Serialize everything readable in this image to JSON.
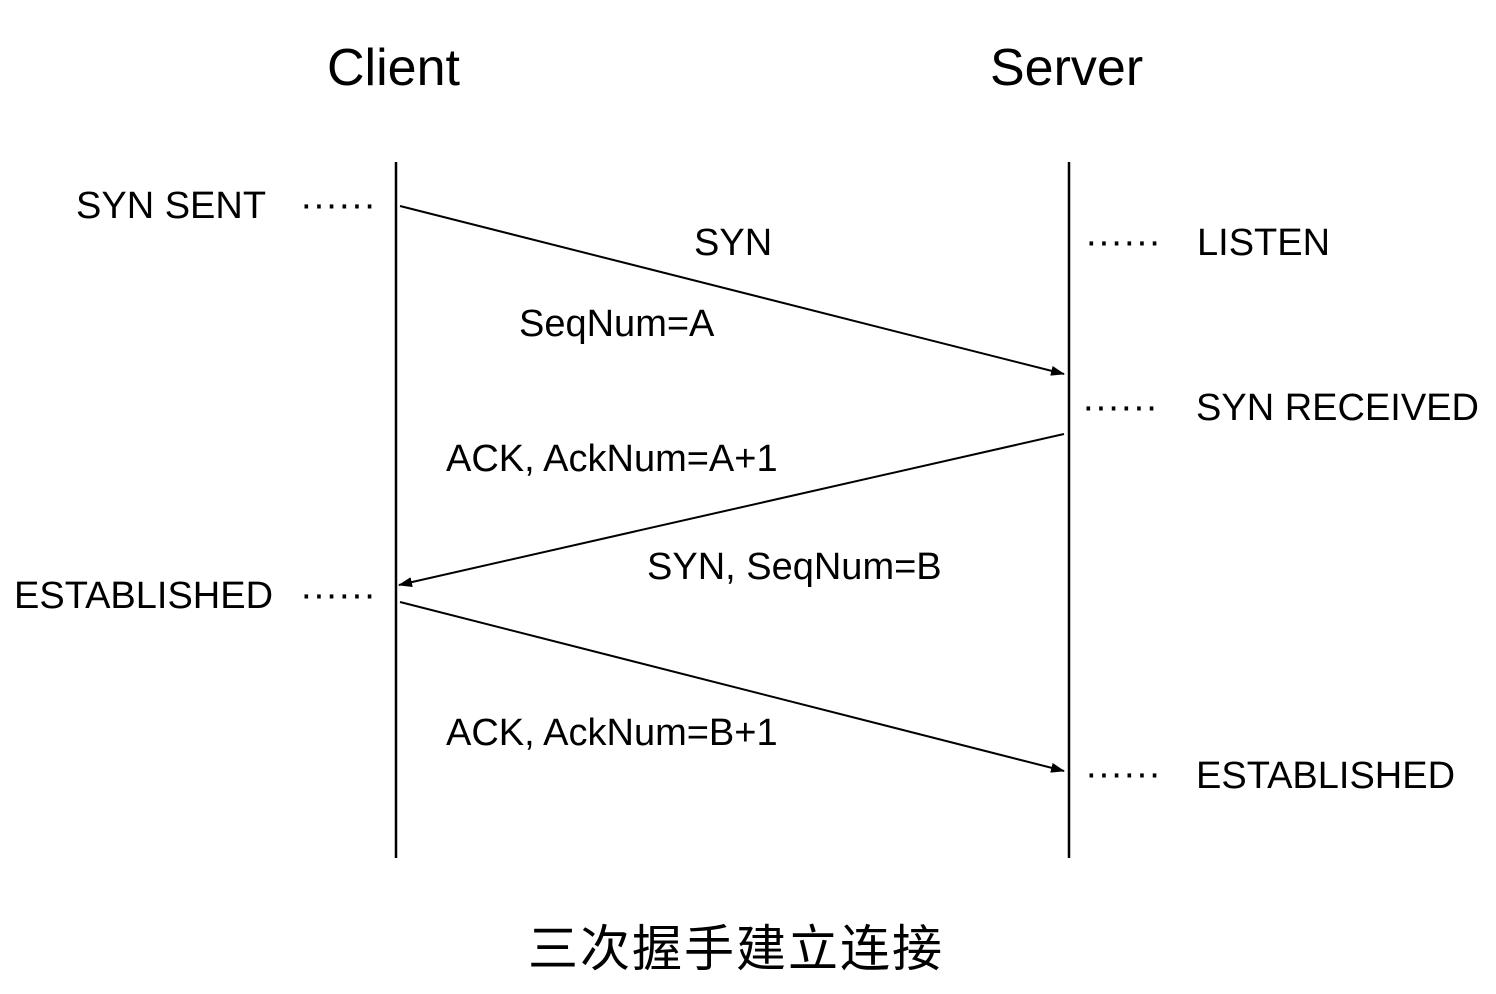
{
  "headers": {
    "client": "Client",
    "server": "Server"
  },
  "client_states": {
    "syn_sent": "SYN SENT",
    "established": "ESTABLISHED"
  },
  "server_states": {
    "listen": "LISTEN",
    "syn_received": "SYN RECEIVED",
    "established": "ESTABLISHED"
  },
  "messages": {
    "syn_label": "SYN",
    "seq_a": "SeqNum=A",
    "ack_a": "ACK, AckNum=A+1",
    "syn_seq_b": "SYN, SeqNum=B",
    "ack_b": "ACK, AckNum=B+1"
  },
  "caption": "三次握手建立连接",
  "leader": "······"
}
